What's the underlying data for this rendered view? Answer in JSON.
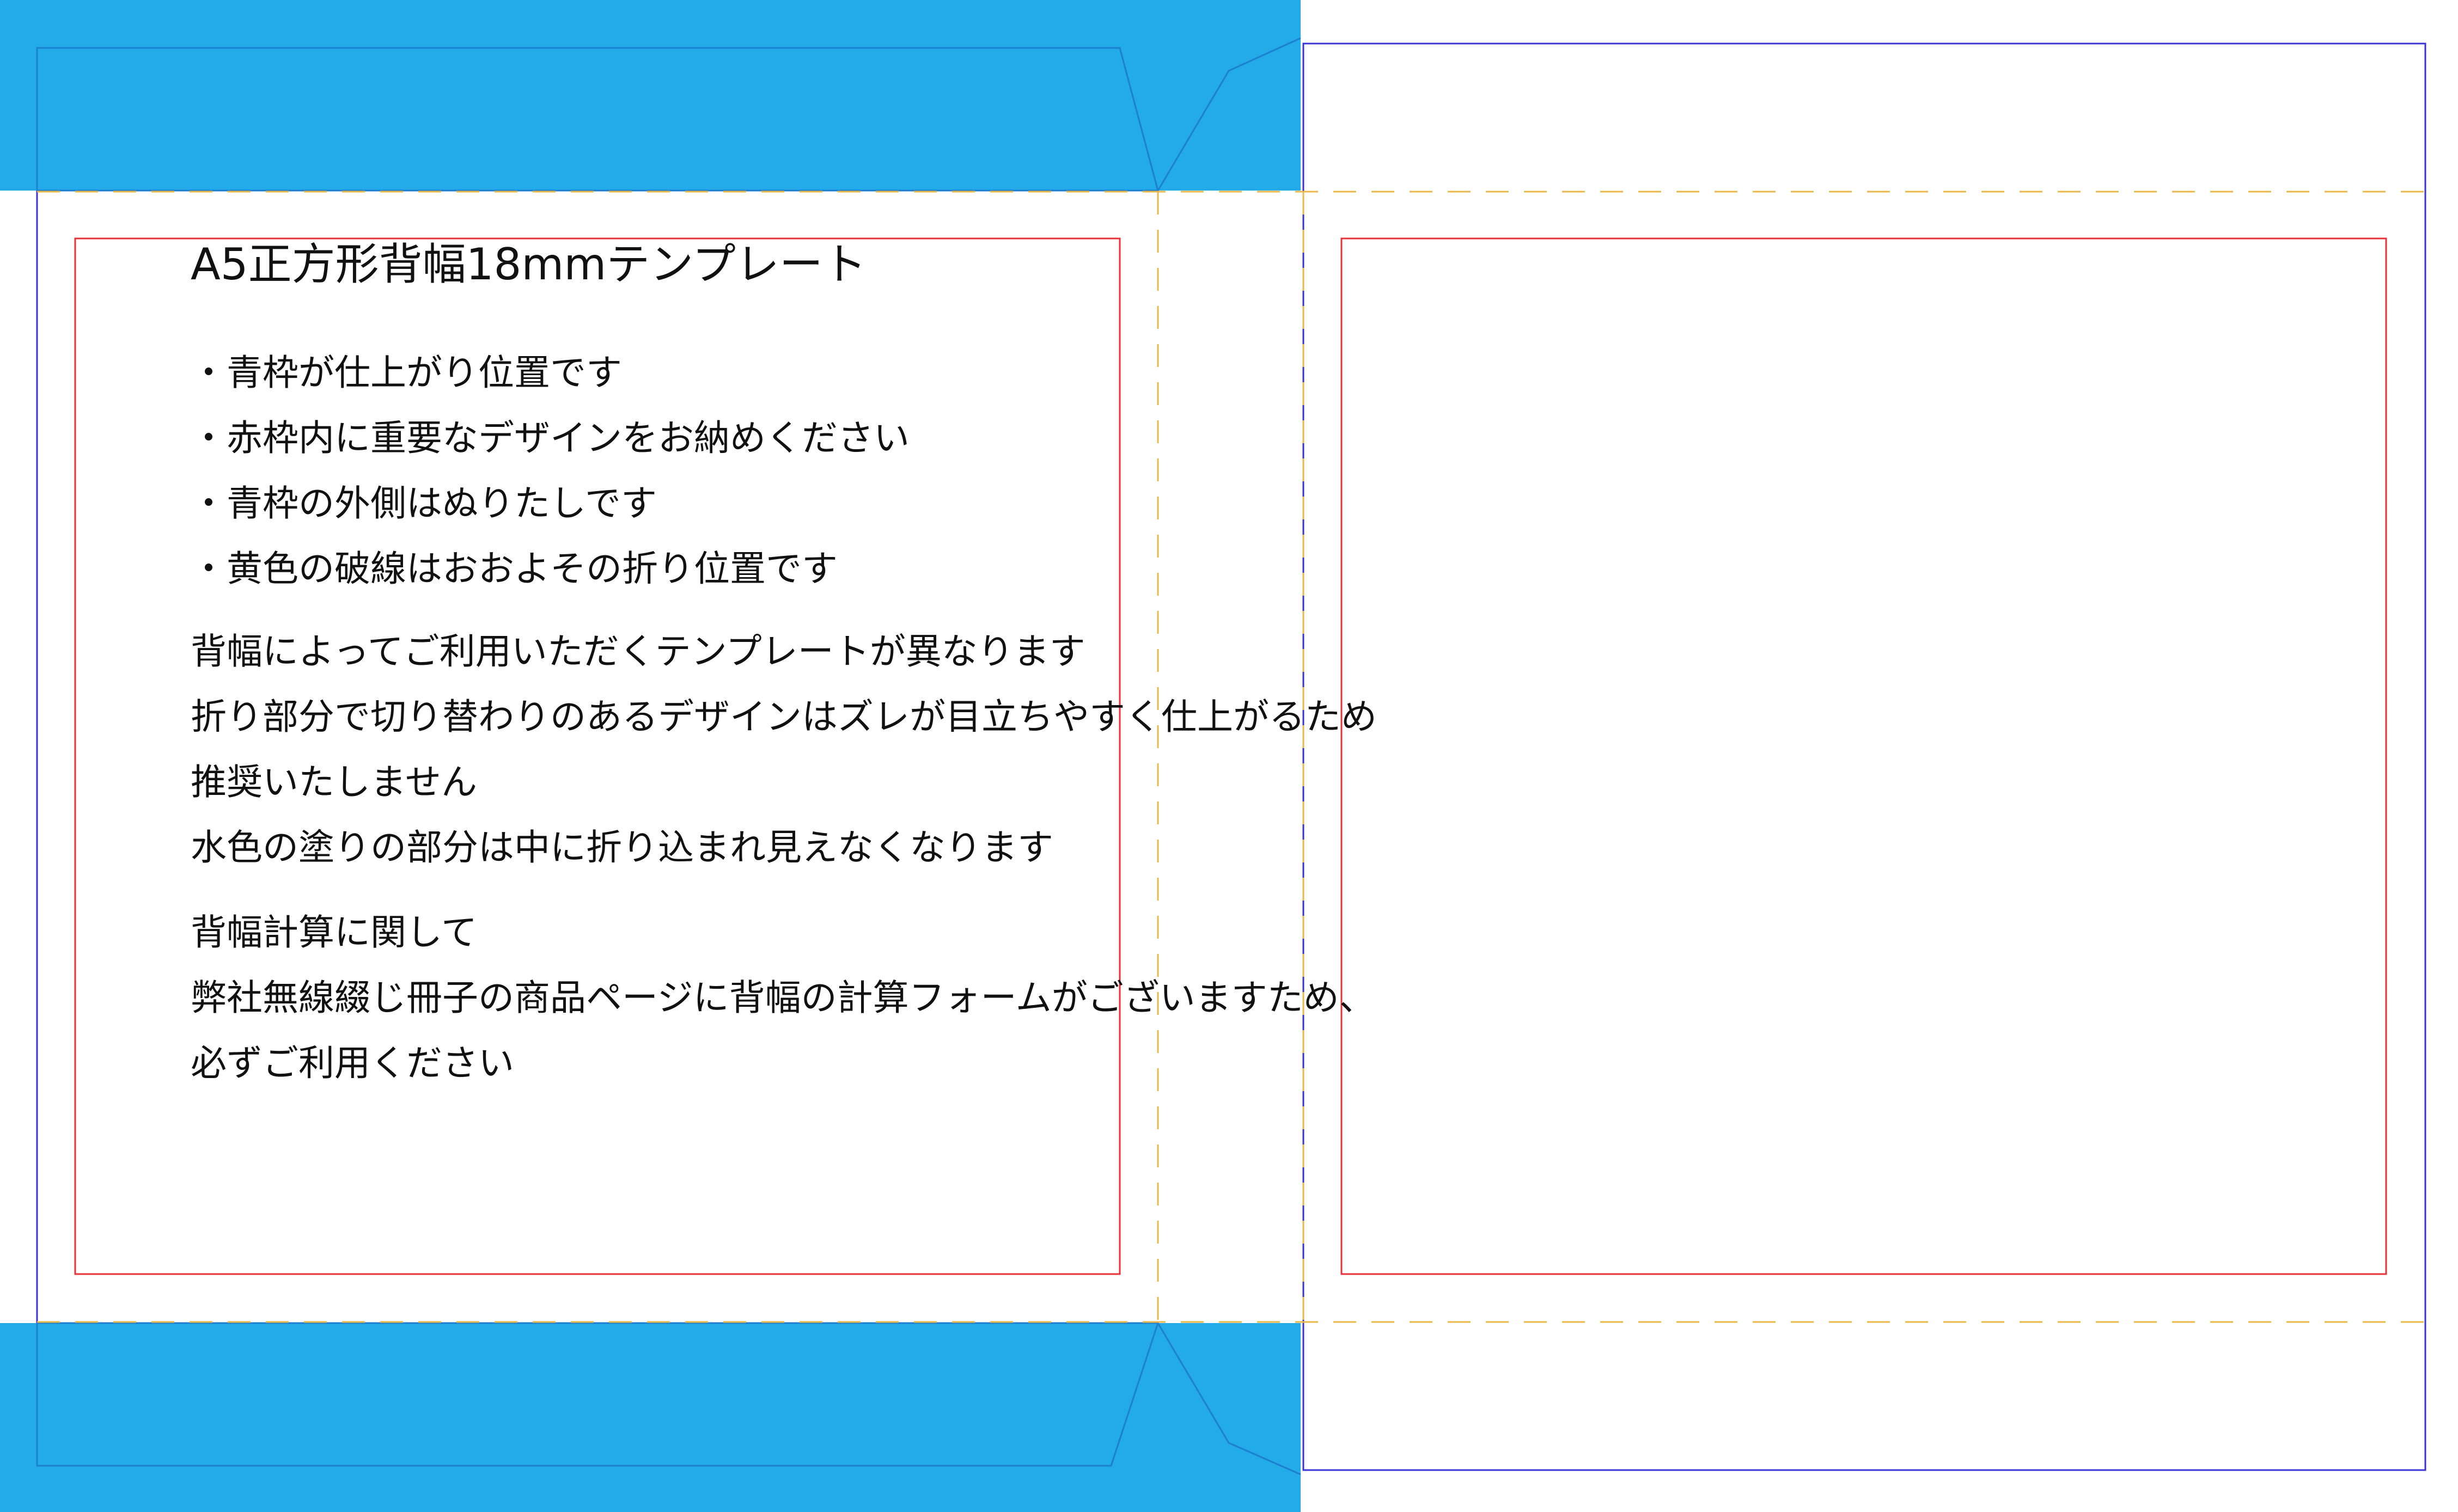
{
  "document": {
    "title": "A5正方形背幅18mmテンプレート",
    "bullets": [
      "青枠が仕上がり位置です",
      "赤枠内に重要なデザインをお納めください",
      "青枠の外側はぬりたしです",
      "黄色の破線はおおよその折り位置です"
    ],
    "notes": [
      "背幅によってご利用いただくテンプレートが異なります",
      "折り部分で切り替わりのあるデザインはズレが目立ちやすく仕上がるため",
      "推奨いたしません",
      "水色の塗りの部分は中に折り込まれ見えなくなります"
    ],
    "spine_info": [
      "背幅計算に関して",
      "弊社無線綴じ冊子の商品ページに背幅の計算フォームがございますため、",
      "必ずご利用ください"
    ]
  },
  "colors": {
    "fold_in_fill": "#22ABE8",
    "trim_line": "#3A34D6",
    "safe_area": "#E8323A",
    "fold_line": "#E8B84A",
    "text": "#111111"
  }
}
